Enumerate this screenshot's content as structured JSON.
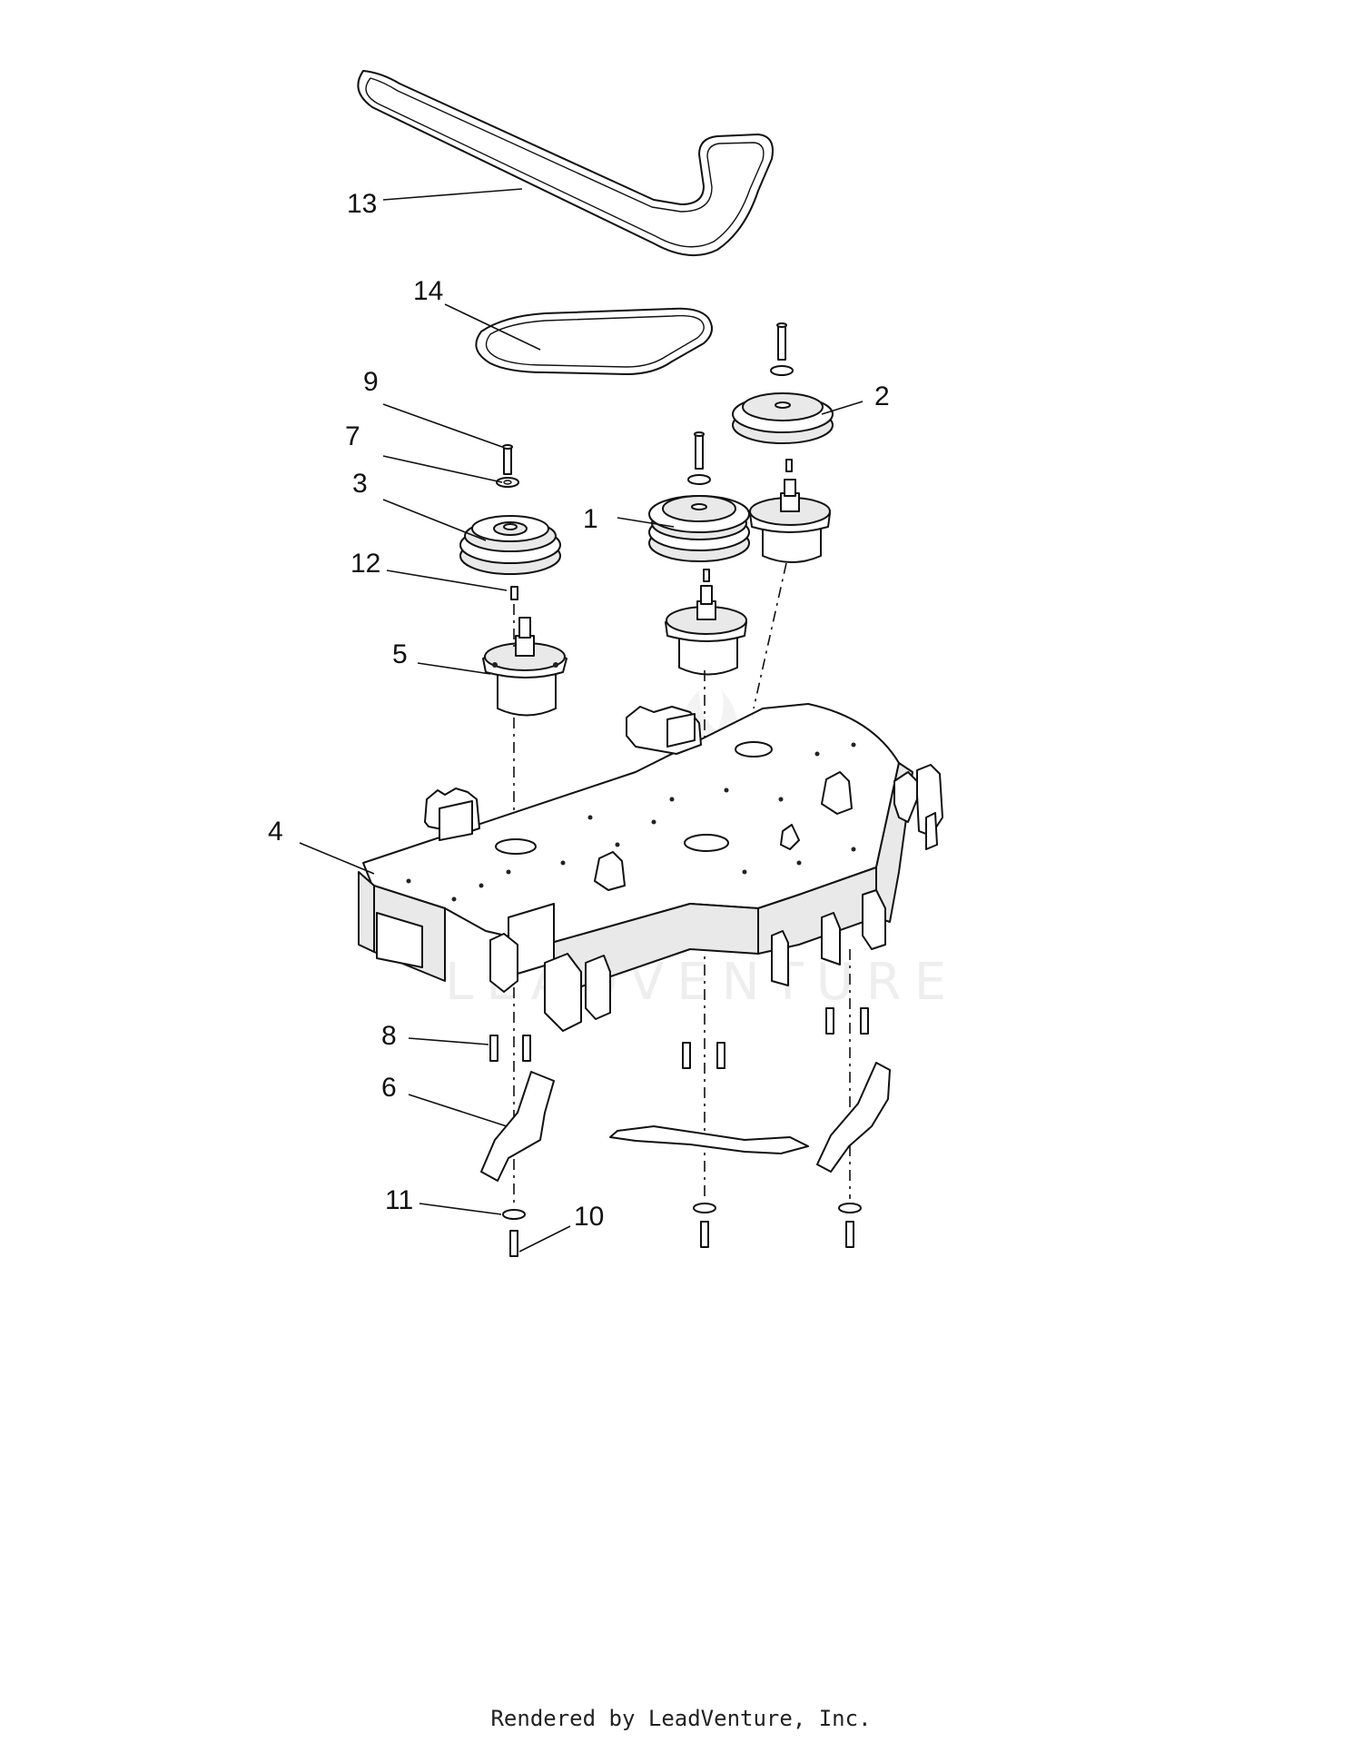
{
  "callouts": [
    {
      "id": "c1",
      "text": "1"
    },
    {
      "id": "c2",
      "text": "2"
    },
    {
      "id": "c3",
      "text": "3"
    },
    {
      "id": "c4",
      "text": "4"
    },
    {
      "id": "c5",
      "text": "5"
    },
    {
      "id": "c6",
      "text": "6"
    },
    {
      "id": "c7",
      "text": "7"
    },
    {
      "id": "c8",
      "text": "8"
    },
    {
      "id": "c9",
      "text": "9"
    },
    {
      "id": "c10",
      "text": "10"
    },
    {
      "id": "c11",
      "text": "11"
    },
    {
      "id": "c12",
      "text": "12"
    },
    {
      "id": "c13",
      "text": "13"
    },
    {
      "id": "c14",
      "text": "14"
    }
  ],
  "watermark": {
    "text": "LEADVENTURE"
  },
  "footer": {
    "text": "Rendered by LeadVenture, Inc."
  }
}
